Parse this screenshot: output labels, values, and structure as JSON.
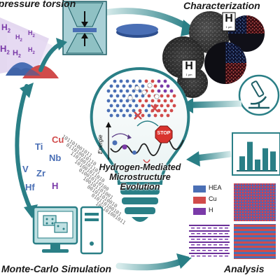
{
  "titles": {
    "hpt": "High-pressure torsion",
    "characterization": "Characterization",
    "center": [
      "Hydrogen-Mediated",
      "Microstructure",
      "Evolution"
    ],
    "monte_carlo": "Monte-Carlo Simulation",
    "analysis": "Analysis"
  },
  "hydrogen": {
    "big": "H",
    "sub": "2"
  },
  "elements": [
    "Cu",
    "Ti",
    "Nb",
    "V",
    "Zr",
    "H",
    "Hf"
  ],
  "center_panel": {
    "energy_label": "Energie",
    "stop_label": "STOP"
  },
  "characterization": {
    "marker": "H",
    "scale_label": "1 µm"
  },
  "legend": [
    {
      "label": "HEA",
      "color": "#4a6fb5"
    },
    {
      "label": "Cu",
      "color": "#d14b4b"
    },
    {
      "label": "H",
      "color": "#7a3aa8"
    }
  ],
  "analysis_bars": [
    0.45,
    0.9,
    0.35,
    0.7,
    0.6
  ],
  "colors": {
    "teal": "#2a7f86",
    "teal_light": "#8fc1c4",
    "hea": "#4a6fb5",
    "cu": "#d14b4b",
    "hydrogen": "#7a3aa8",
    "stop": "#d9332e"
  },
  "binary_text": "101101001011010010110100101101"
}
